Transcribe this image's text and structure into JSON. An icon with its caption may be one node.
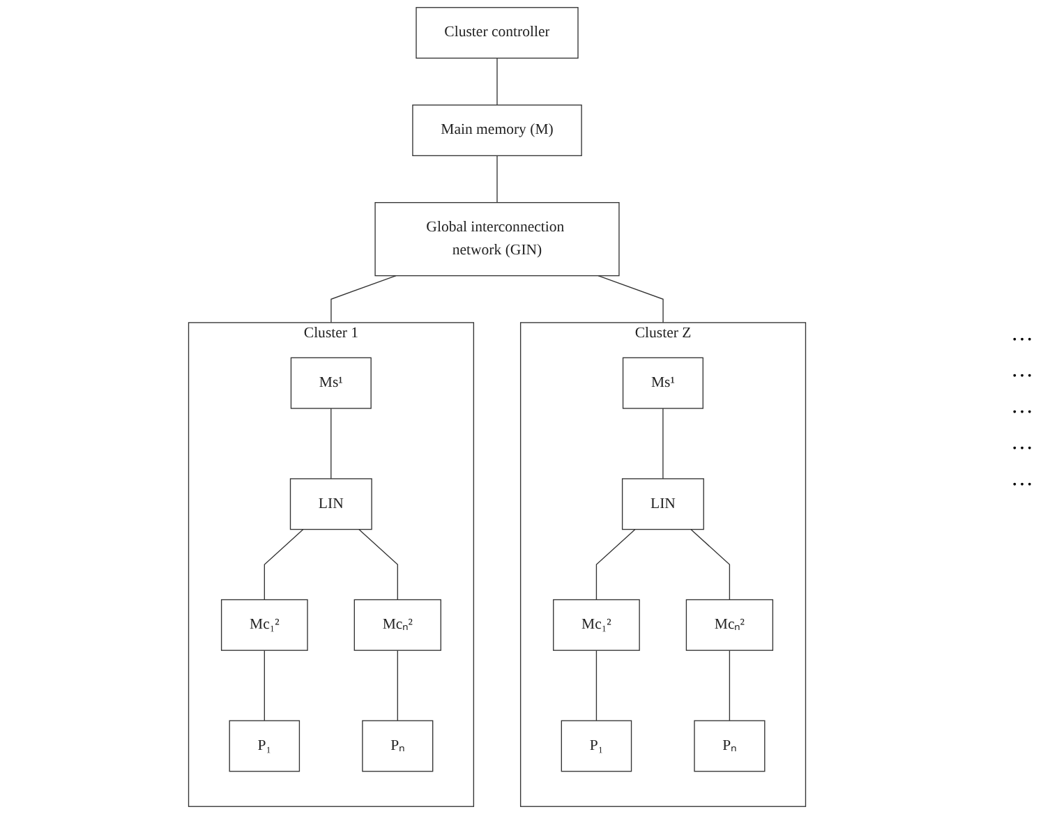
{
  "diagram": {
    "nodes": [
      {
        "text": [
          "Cluster controller"
        ]
      },
      {
        "text": [
          "Main memory (M)"
        ]
      },
      {
        "text": [
          "Global interconnection network (GIN)"
        ]
      },
      {
        "text": [
          "Cluster 1"
        ]
      },
      {
        "text": [
          "Ms¹"
        ],
        "in": 3
      },
      {
        "text": [
          "LIN"
        ],
        "in": 3
      },
      {
        "text": [
          "Mc₁²"
        ],
        "in": 3
      },
      {
        "text": [
          "Mcₙ²"
        ],
        "in": 3
      },
      {
        "text": [
          "P₁"
        ],
        "in": 3
      },
      {
        "text": [
          "Pₙ"
        ],
        "in": 3
      },
      {
        "text": [
          "Cluster Z"
        ]
      },
      {
        "text": [
          "Ms¹"
        ],
        "in": 10
      },
      {
        "text": [
          "LIN"
        ],
        "in": 10
      },
      {
        "text": [
          "Mc₁²"
        ],
        "in": 10
      },
      {
        "text": [
          "Mcₙ²"
        ],
        "in": 10
      },
      {
        "text": [
          "P₁"
        ],
        "in": 10
      },
      {
        "text": [
          "Pₙ"
        ],
        "in": 10
      }
    ],
    "edges": [
      {
        "from": 0,
        "to": 1,
        "arrow": "none"
      },
      {
        "from": 1,
        "to": 2,
        "arrow": "none"
      },
      {
        "from": 2,
        "to": 3,
        "arrow": "none"
      },
      {
        "from": 2,
        "to": 10,
        "arrow": "none"
      },
      {
        "from": 4,
        "to": 5,
        "arrow": "none"
      },
      {
        "from": 5,
        "to": 6,
        "arrow": "none"
      },
      {
        "from": 5,
        "to": 7,
        "arrow": "none"
      },
      {
        "from": 6,
        "to": 8,
        "arrow": "none"
      },
      {
        "from": 7,
        "to": 9,
        "arrow": "none"
      },
      {
        "from": 11,
        "to": 12,
        "arrow": "none"
      },
      {
        "from": 12,
        "to": 13,
        "arrow": "none"
      },
      {
        "from": 12,
        "to": 14,
        "arrow": "none"
      },
      {
        "from": 13,
        "to": 15,
        "arrow": "none"
      },
      {
        "from": 14,
        "to": 16,
        "arrow": "none"
      }
    ],
    "labels": [
      "…",
      "…",
      "…",
      "…",
      "…"
    ]
  }
}
